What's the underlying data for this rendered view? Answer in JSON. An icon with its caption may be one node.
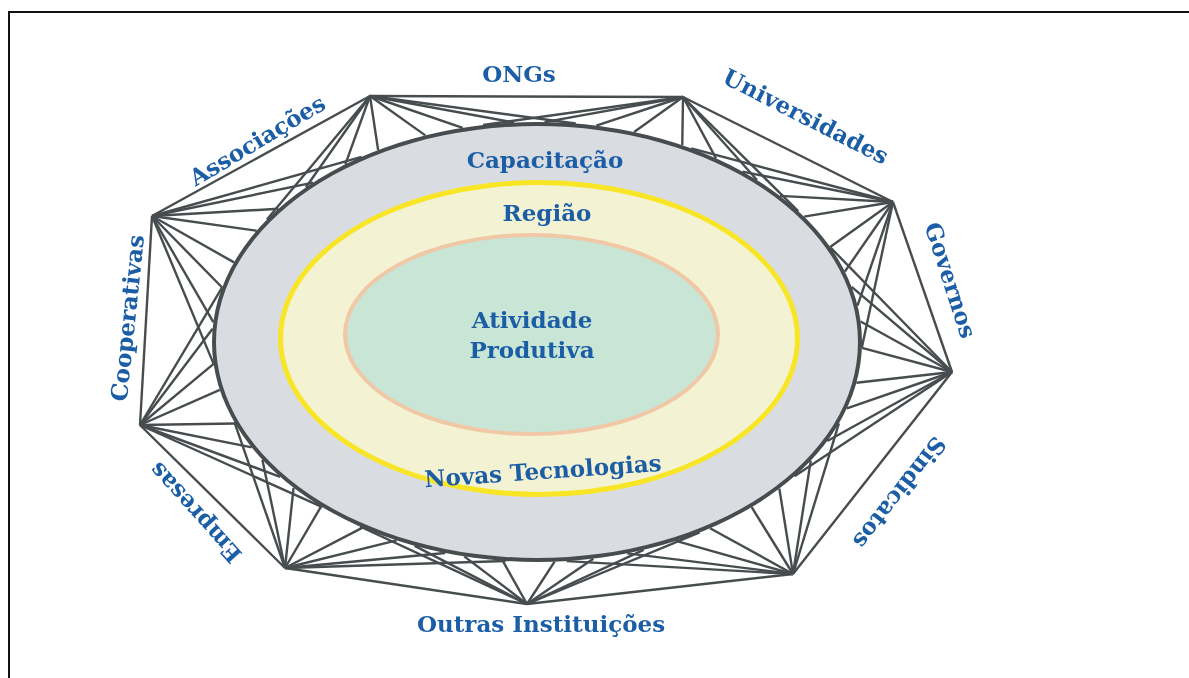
{
  "diagram": {
    "nodes": [
      {
        "text": [
          "Capacitação"
        ]
      },
      {
        "text": [
          "Região",
          "Novas Tecnologias"
        ],
        "in": 0
      },
      {
        "text": [
          "Atividade Produtiva"
        ],
        "in": 1
      }
    ],
    "labels": [
      "ONGs",
      "Universidades",
      "Associações",
      "Governos",
      "Cooperativas",
      "Sindicatos",
      "Empresas",
      "Outras Instituições"
    ]
  }
}
